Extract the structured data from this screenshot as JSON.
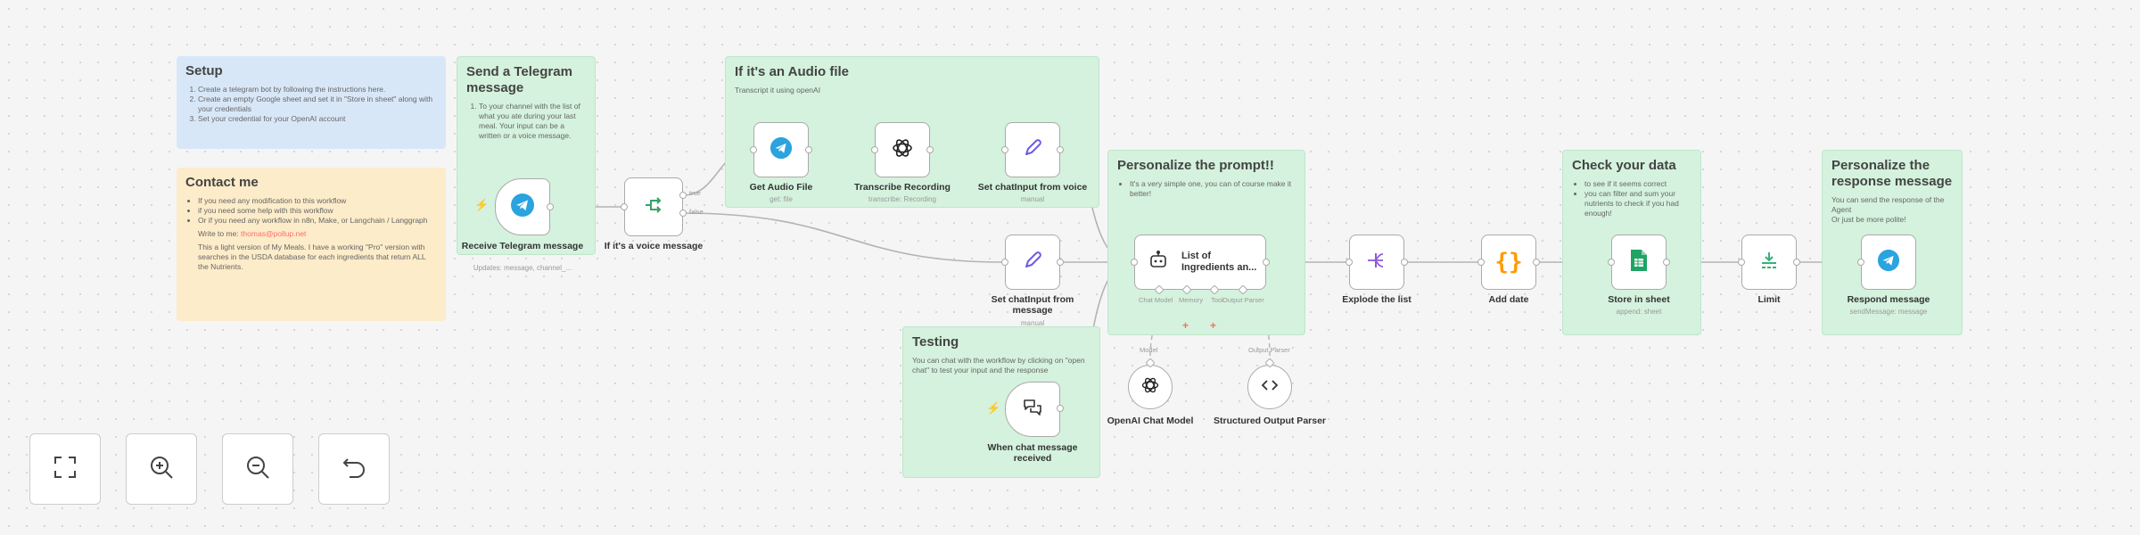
{
  "setup": {
    "title": "Setup",
    "items": [
      "Create a telegram bot by following the instructions here.",
      "Create an empty Google sheet and set it in \"Store in sheet\" along with your credentials",
      "Set your credential for your OpenAI account"
    ]
  },
  "contact": {
    "title": "Contact me",
    "items": [
      "If you need any modification to this workflow",
      "if you need some help with this workflow",
      "Or if you need any workflow in n8n, Make, or Langchain / Langgraph"
    ],
    "write_label": "Write to me:",
    "email": "thomas@pollup.net",
    "note": "This a light version of My Meals. I have a working \"Pro\" version with searches in the USDA database for each ingredients that return ALL the Nutrients."
  },
  "send_telegram": {
    "title": "Send a Telegram message",
    "items": [
      "To your channel with the list of what you ate during your last meal. Your input can be a written or a voice message."
    ]
  },
  "audio": {
    "title": "If it's an Audio file",
    "subtitle": "Transcript it using openAI"
  },
  "personalize_prompt": {
    "title": "Personalize the prompt!!",
    "items": [
      "It's a very simple one, you can of course make it better!"
    ]
  },
  "check_data": {
    "title": "Check your data",
    "items": [
      "to see if it seems correct",
      "you can filter and sum your nutrients to check if you had enough!"
    ]
  },
  "personalize_response": {
    "title": "Personalize the response message",
    "body": [
      "You can send the response of the Agent",
      "Or just be more polite!"
    ]
  },
  "testing": {
    "title": "Testing",
    "body": "You can chat with the workflow by clicking on \"open chat\" to test your input and the response"
  },
  "nodes": {
    "receive_telegram": {
      "label": "Receive Telegram message",
      "sub": "Updates: message, channel_..."
    },
    "if_voice": {
      "label": "If it's a voice message",
      "true_label": "true",
      "false_label": "false"
    },
    "get_audio": {
      "label": "Get Audio File",
      "sub": "get: file"
    },
    "transcribe": {
      "label": "Transcribe Recording",
      "sub": "transcribe: Recording"
    },
    "set_voice": {
      "label": "Set chatInput from voice",
      "sub": "manual"
    },
    "set_message": {
      "label": "Set chatInput from message",
      "sub": "manual"
    },
    "agent": {
      "label": "List of Ingredients an...",
      "chat_model": "Chat Model",
      "memory": "Memory",
      "tool": "Tool",
      "output_parser": "Output Parser"
    },
    "openai_model": {
      "label": "OpenAI Chat Model",
      "port": "Model"
    },
    "structured_parser": {
      "label": "Structured Output Parser",
      "port": "Output Parser"
    },
    "chat_trigger": {
      "label": "When chat message received"
    },
    "explode": {
      "label": "Explode the list"
    },
    "add_date": {
      "label": "Add date"
    },
    "store_sheet": {
      "label": "Store in sheet",
      "sub": "append: sheet"
    },
    "limit": {
      "label": "Limit"
    },
    "respond": {
      "label": "Respond message",
      "sub": "sendMessage: message"
    }
  },
  "colors": {
    "telegram": "#2aa3df",
    "openai": "#222222",
    "sheets": "#1fa463",
    "set": "#6b5ce7",
    "code": "#ff9a00",
    "trigger": "#ff6d5a",
    "limit": "#38b07a"
  },
  "icons": [
    "fit-view-icon",
    "zoom-in-icon",
    "zoom-out-icon",
    "reset-zoom-icon"
  ]
}
